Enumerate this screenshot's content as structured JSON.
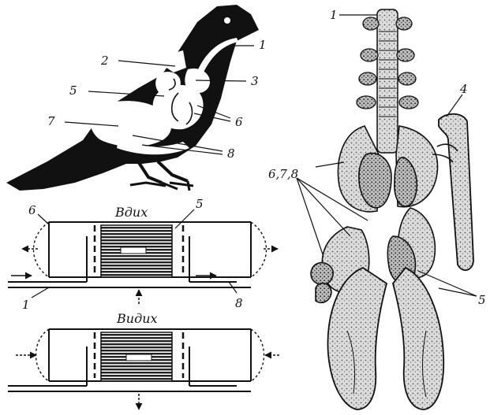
{
  "panels": {
    "bird": {
      "labels": [
        "1",
        "2",
        "3",
        "5",
        "6",
        "7",
        "8"
      ]
    },
    "scheme_inhale": {
      "title": "Вдих",
      "labels": [
        "6",
        "5",
        "1",
        "8"
      ]
    },
    "scheme_exhale": {
      "title": "Видих"
    },
    "anatomy": {
      "labels": [
        "1",
        "4",
        "6,7,8",
        "5"
      ]
    }
  }
}
